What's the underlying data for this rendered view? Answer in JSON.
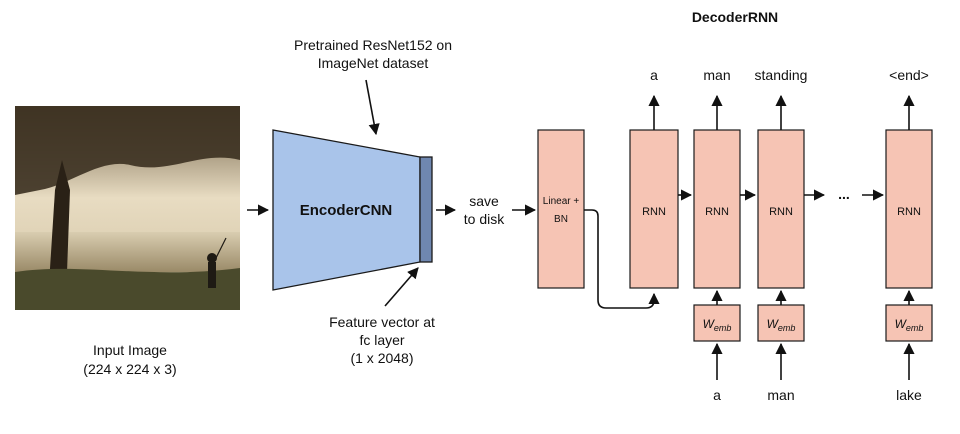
{
  "input_image": {
    "caption_line1": "Input Image",
    "caption_line2": "(224 x 224 x 3)"
  },
  "encoder": {
    "label": "EncoderCNN",
    "pretrained_line1": "Pretrained ResNet152 on",
    "pretrained_line2": "ImageNet dataset",
    "feature_line1": "Feature vector at",
    "feature_line2": "fc layer",
    "feature_line3": "(1 x 2048)"
  },
  "save": {
    "line1": "save",
    "line2": "to disk"
  },
  "decoder": {
    "title": "DecoderRNN",
    "linear_line1": "Linear +",
    "linear_line2": "BN",
    "rnn_label": "RNN",
    "ellipsis": "...",
    "emb_main": "W",
    "emb_sub": "emb",
    "outputs": [
      "a",
      "man",
      "standing",
      "<end>"
    ],
    "inputs": [
      "a",
      "man",
      "lake"
    ]
  },
  "colors": {
    "encoder_fill": "#a9c4ea",
    "feature_bar": "#6f87b0",
    "box_fill": "#f6c4b4"
  }
}
